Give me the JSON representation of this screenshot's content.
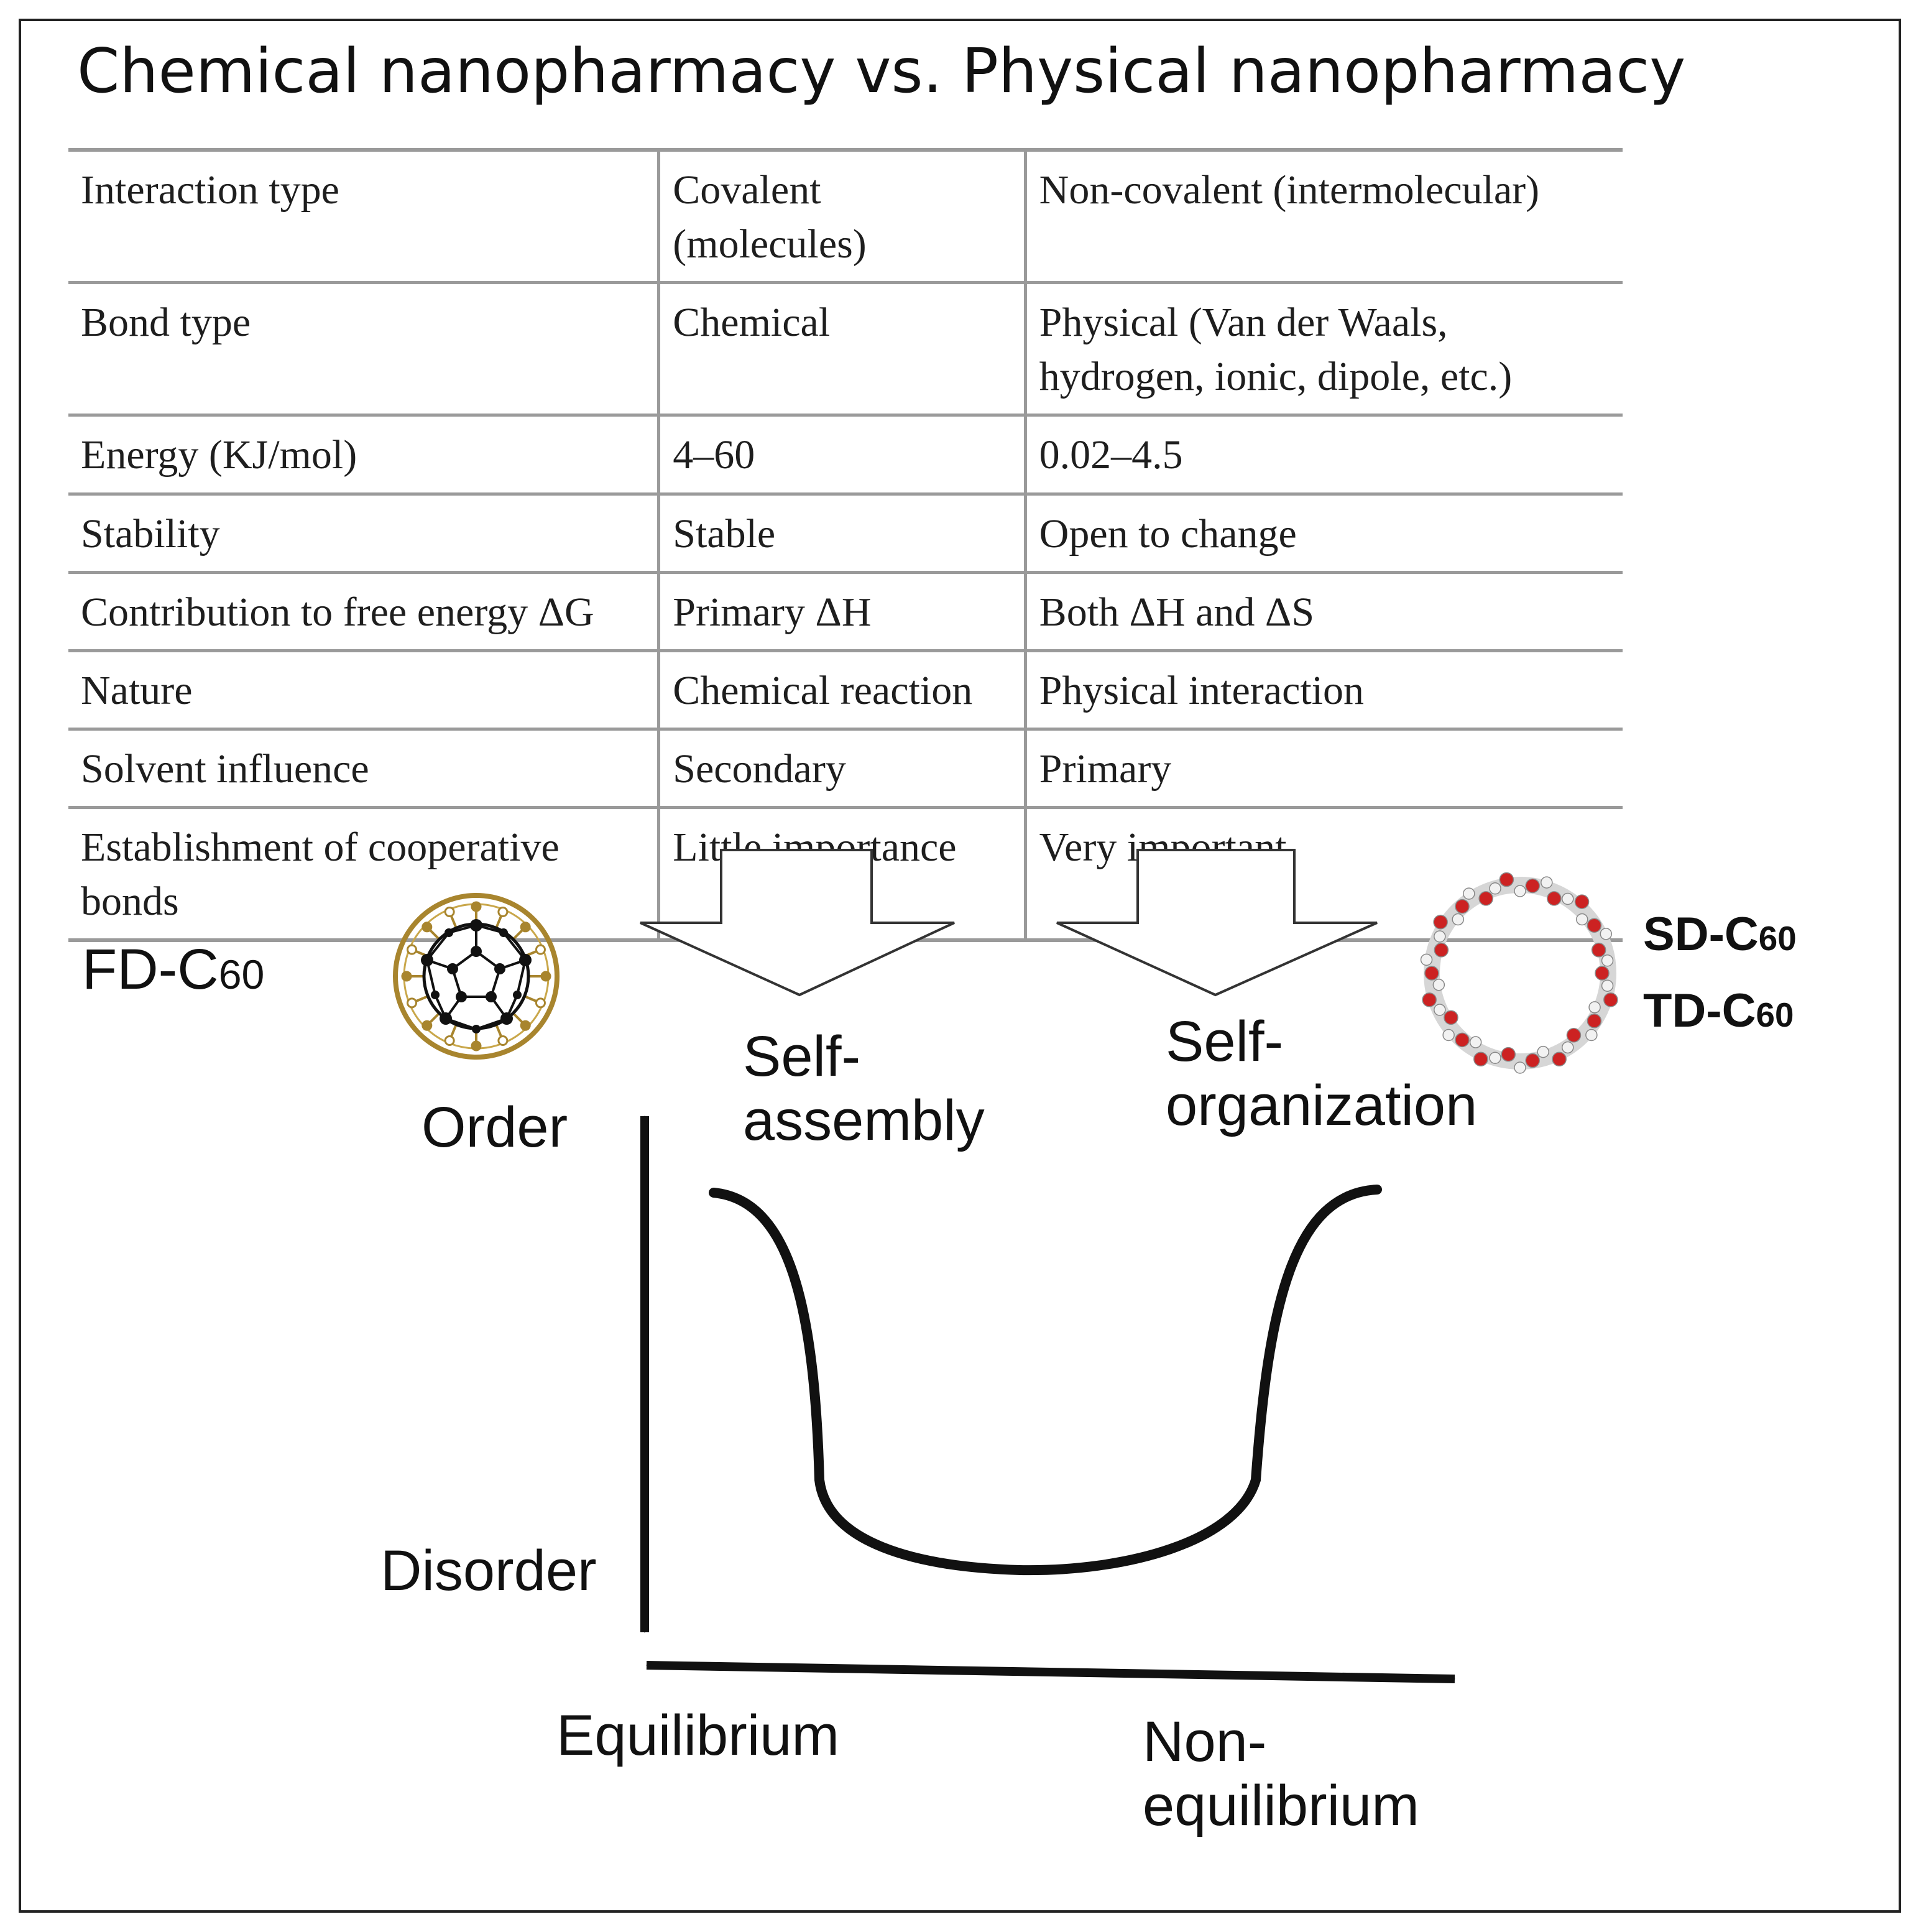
{
  "title": "Chemical nanopharmacy vs. Physical nanopharmacy",
  "table": {
    "rows": [
      [
        "Interaction type",
        "Covalent (molecules)",
        "Non-covalent (intermolecular)"
      ],
      [
        "Bond type",
        "Chemical",
        "Physical (Van der Waals, hydrogen, ionic, dipole, etc.)"
      ],
      [
        "Energy (KJ/mol)",
        "4–60",
        "0.02–4.5"
      ],
      [
        "Stability",
        "Stable",
        "Open to change"
      ],
      [
        "Contribution to free energy ΔG",
        "Primary ΔH",
        "Both ΔH and ΔS"
      ],
      [
        "Nature",
        "Chemical reaction",
        "Physical interaction"
      ],
      [
        "Solvent influence",
        "Secondary",
        "Primary"
      ],
      [
        "Establishment of cooperative bonds",
        "Little importance",
        "Very important"
      ]
    ]
  },
  "labels": {
    "fd_main": "FD-C",
    "fd_sub": "60",
    "sd_main": "SD-C",
    "sd_sub": "60",
    "td_main": "TD-C",
    "td_sub": "60",
    "self_assembly_1": "Self-",
    "self_assembly_2": "assembly",
    "self_organization_1": "Self-",
    "self_organization_2": "organization",
    "order": "Order",
    "disorder": "Disorder",
    "equilibrium": "Equilibrium",
    "non_eq_1": "Non-",
    "non_eq_2": "equilibrium"
  },
  "colors": {
    "gold": "#a8852e",
    "oxygen_red": "#cc2222",
    "ink": "#111111"
  }
}
